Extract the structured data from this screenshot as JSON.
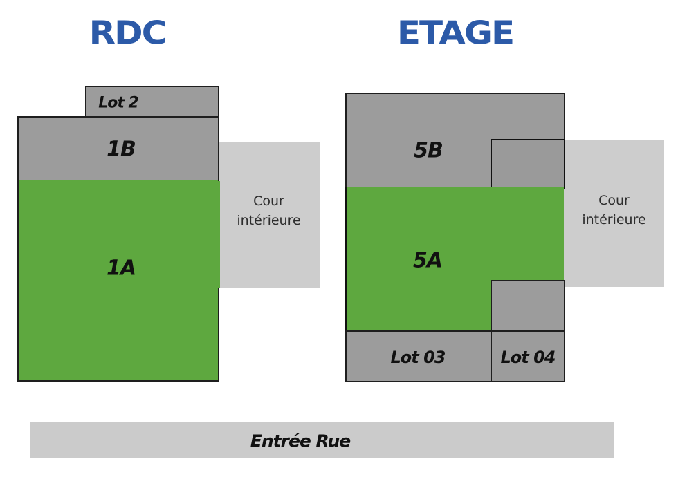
{
  "titles": {
    "ground_floor": "RDC",
    "upper_floor": "ETAGE"
  },
  "ground_floor": {
    "lots": [
      {
        "id": "lot-2",
        "label": "Lot 2",
        "color": "#9c9c9c"
      },
      {
        "id": "1b",
        "label": "1B",
        "color": "#9c9c9c"
      },
      {
        "id": "1a",
        "label": "1A",
        "color": "#5ea83f"
      }
    ],
    "courtyard": {
      "line1": "Cour",
      "line2": "intérieure"
    }
  },
  "upper_floor": {
    "lots": [
      {
        "id": "5b",
        "label": "5B",
        "color": "#9c9c9c"
      },
      {
        "id": "5a",
        "label": "5A",
        "color": "#5ea83f"
      },
      {
        "id": "lot-03",
        "label": "Lot 03",
        "color": "#9c9c9c"
      },
      {
        "id": "lot-04",
        "label": "Lot 04",
        "color": "#9c9c9c"
      }
    ],
    "courtyard": {
      "line1": "Cour",
      "line2": "intérieure"
    }
  },
  "street": {
    "label": "Entrée Rue"
  },
  "colors": {
    "title": "#2c5aa8",
    "available": "#5ea83f",
    "occupied": "#9c9c9c",
    "courtyard": "#cdcdcd"
  }
}
